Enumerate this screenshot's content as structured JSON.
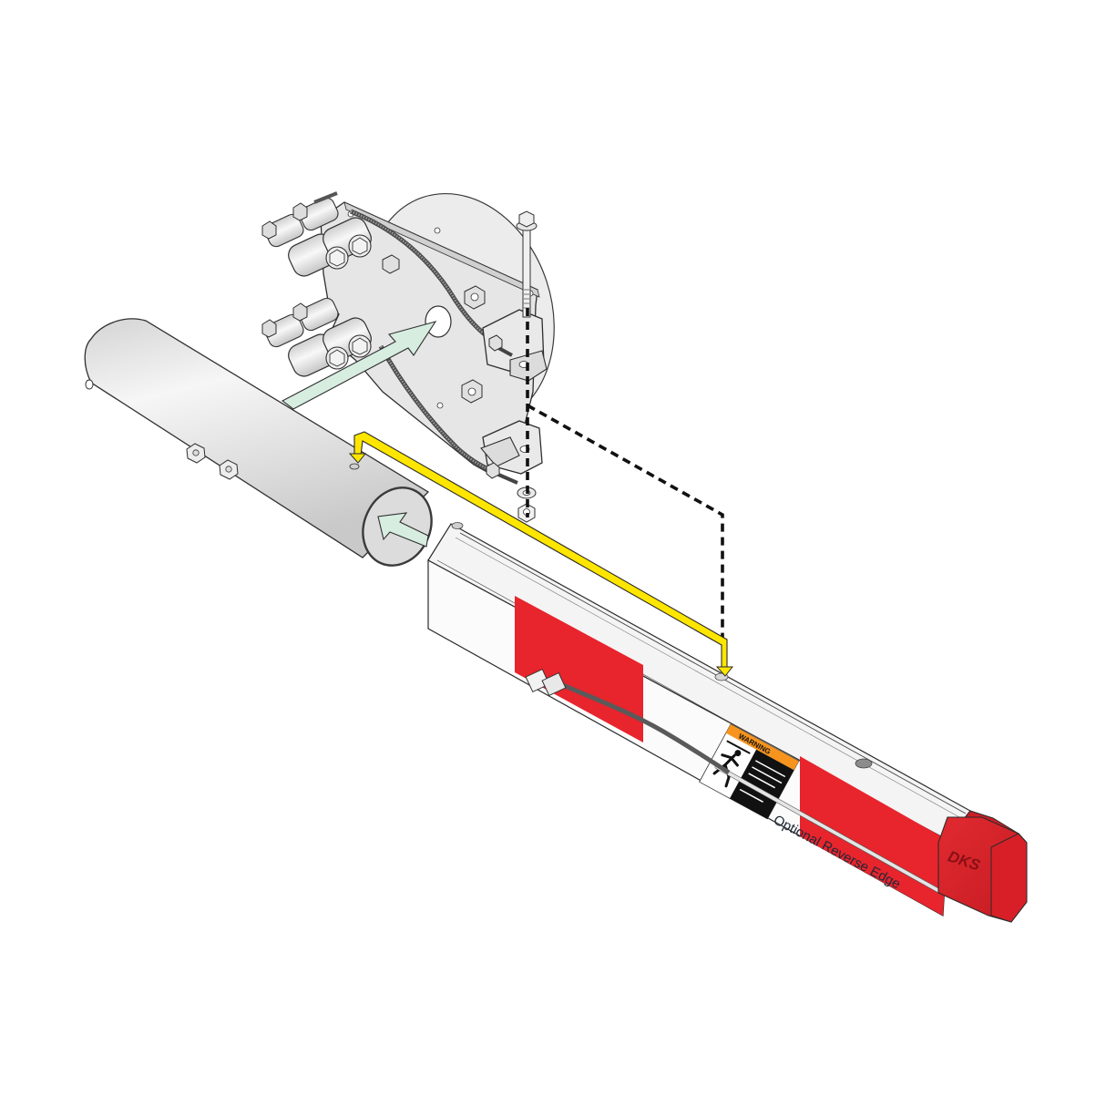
{
  "diagram": {
    "type": "exploded assembly illustration",
    "subject": "Barrier gate arm (boom) attachment to hub and mounting plate",
    "labels": {
      "reverse_edge": "Optional Reverse Edge",
      "warning_header": "WARNING",
      "brand_logo": "DKS"
    },
    "components": [
      {
        "id": "mounting-plate",
        "name": "Arm mounting plate with hub flange"
      },
      {
        "id": "spring-assemblies",
        "name": "Spring/bumper assemblies (4)"
      },
      {
        "id": "vertical-bolt",
        "name": "Vertical hex bolt with washer and nut"
      },
      {
        "id": "hub-tube",
        "name": "Round arm hub tube"
      },
      {
        "id": "boom-arm",
        "name": "Rectangular boom arm with red reflective stripes"
      },
      {
        "id": "warning-label",
        "name": "Warning decal"
      },
      {
        "id": "end-cap",
        "name": "Red octagonal end cap"
      },
      {
        "id": "reverse-edge",
        "name": "Optional reverse edge with connector cable"
      }
    ],
    "indicators": {
      "insert_arrows": [
        "Hub tube into plate",
        "Boom arm into hub tube"
      ],
      "alignment_arrow": "Yellow bracket arrow: hub tube hole to boom hole",
      "dashed_line": "Bolt alignment path from plate brackets to boom hole"
    },
    "colors": {
      "boom_white": "#f7f7f7",
      "stripe_red": "#e8242c",
      "endcap_red": "#d91f26",
      "arrow_green": "#d6ede0",
      "arrow_yellow": "#ffe600",
      "metal_gray": "#e3e3e3",
      "outline": "#2b2b2b",
      "warning_orange": "#f7941d"
    }
  }
}
